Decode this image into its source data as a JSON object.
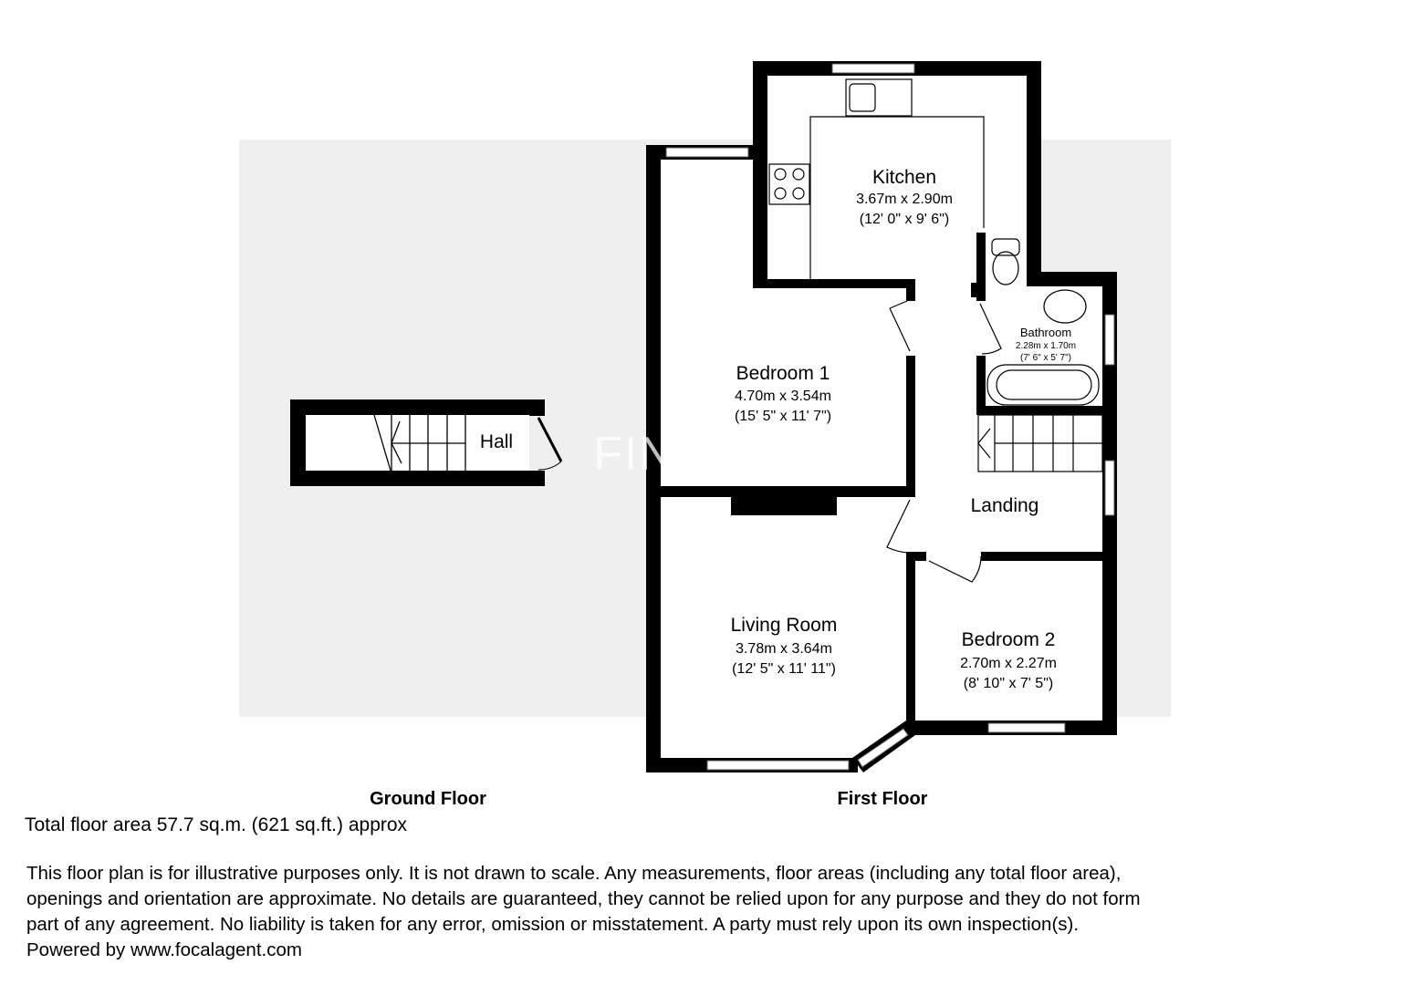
{
  "watermark": "FINCHLEYS",
  "floors": {
    "ground": "Ground Floor",
    "first": "First Floor"
  },
  "rooms": {
    "hall": {
      "name": "Hall"
    },
    "kitchen": {
      "name": "Kitchen",
      "metric": "3.67m x 2.90m",
      "imperial": "(12' 0\" x 9' 6\")"
    },
    "bedroom1": {
      "name": "Bedroom 1",
      "metric": "4.70m x 3.54m",
      "imperial": "(15' 5\" x 11' 7\")"
    },
    "bathroom": {
      "name": "Bathroom",
      "metric": "2.28m x 1.70m",
      "imperial": "(7' 6\" x 5' 7\")"
    },
    "landing": {
      "name": "Landing"
    },
    "living": {
      "name": "Living Room",
      "metric": "3.78m x 3.64m",
      "imperial": "(12' 5\" x 11' 11\")"
    },
    "bedroom2": {
      "name": "Bedroom 2",
      "metric": "2.70m x 2.27m",
      "imperial": "(8' 10\" x 7' 5\")"
    }
  },
  "total_area": "Total floor area 57.7 sq.m. (621 sq.ft.) approx",
  "disclaimer": [
    "This floor plan is for illustrative purposes only. It is not drawn to scale. Any measurements, floor areas (including any total floor area),",
    "openings and orientation are approximate. No details are guaranteed, they cannot be relied upon for any purpose and they do not form",
    "part of any agreement. No liability is taken for any error, omission or misstatement. A party must rely upon its own inspection(s).",
    "Powered by www.focalagent.com"
  ]
}
